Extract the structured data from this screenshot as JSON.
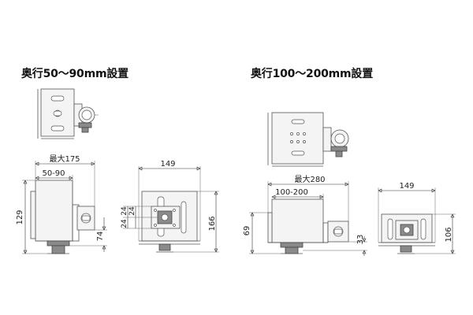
{
  "section_left": {
    "heading": "奥行50～90mm設置",
    "dim_max175": "最大175",
    "dim_50_90": "50-90",
    "dim_129": "129",
    "dim_74": "74",
    "dim_149": "149",
    "dim_24a": "24",
    "dim_24b": "24",
    "dim_24c": "24",
    "dim_166": "166"
  },
  "section_right": {
    "heading": "奥行100～200mm設置",
    "dim_max280": "最大280",
    "dim_100_200": "100-200",
    "dim_69": "69",
    "dim_33": "33",
    "dim_149": "149",
    "dim_106": "106"
  }
}
